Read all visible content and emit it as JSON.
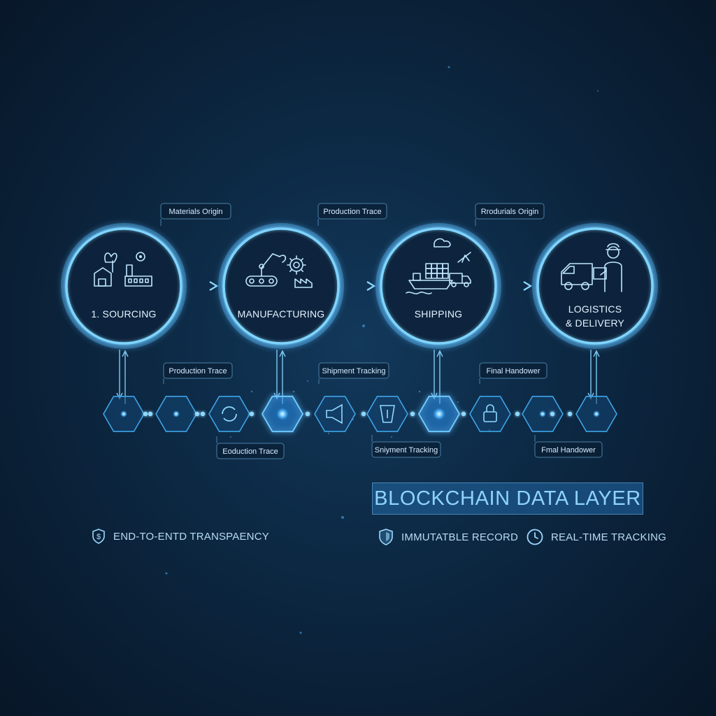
{
  "stages": [
    {
      "label_line1": "1. SOURCING",
      "label_line2": "",
      "icon": "factory-plant-icon"
    },
    {
      "label_line1": "MANUFACTURING",
      "label_line2": "",
      "icon": "robot-arm-gear-icon"
    },
    {
      "label_line1": "SHIPPING",
      "label_line2": "",
      "icon": "cargo-ship-truck-plane-icon"
    },
    {
      "label_line1": "LOGISTICS",
      "label_line2": "& DELIVERY",
      "icon": "delivery-person-van-icon"
    }
  ],
  "top_callouts": [
    "Materials Origin",
    "Production Trace",
    "Rrodurials Origin"
  ],
  "middle_callouts": [
    "Production Trace",
    "Shipment Tracking",
    "Final Handower"
  ],
  "bottom_callouts": [
    "Eoduction Trace",
    "Sniyment Tracking",
    "Fmal Handower"
  ],
  "layer_title": "BLOCKCHAIN DATA LAYER",
  "features": [
    {
      "label": "END-TO-ENTD TRANSPAENCY",
      "icon": "dollar-shield-icon"
    },
    {
      "label": "IMMUTATBLE RECORD",
      "icon": "shield-icon"
    },
    {
      "label": "REAL-TIME TRACKING",
      "icon": "clock-icon"
    }
  ],
  "colors": {
    "background": "#0b2038",
    "accent": "#7fd4ff",
    "chain": "#3fa4e8"
  }
}
